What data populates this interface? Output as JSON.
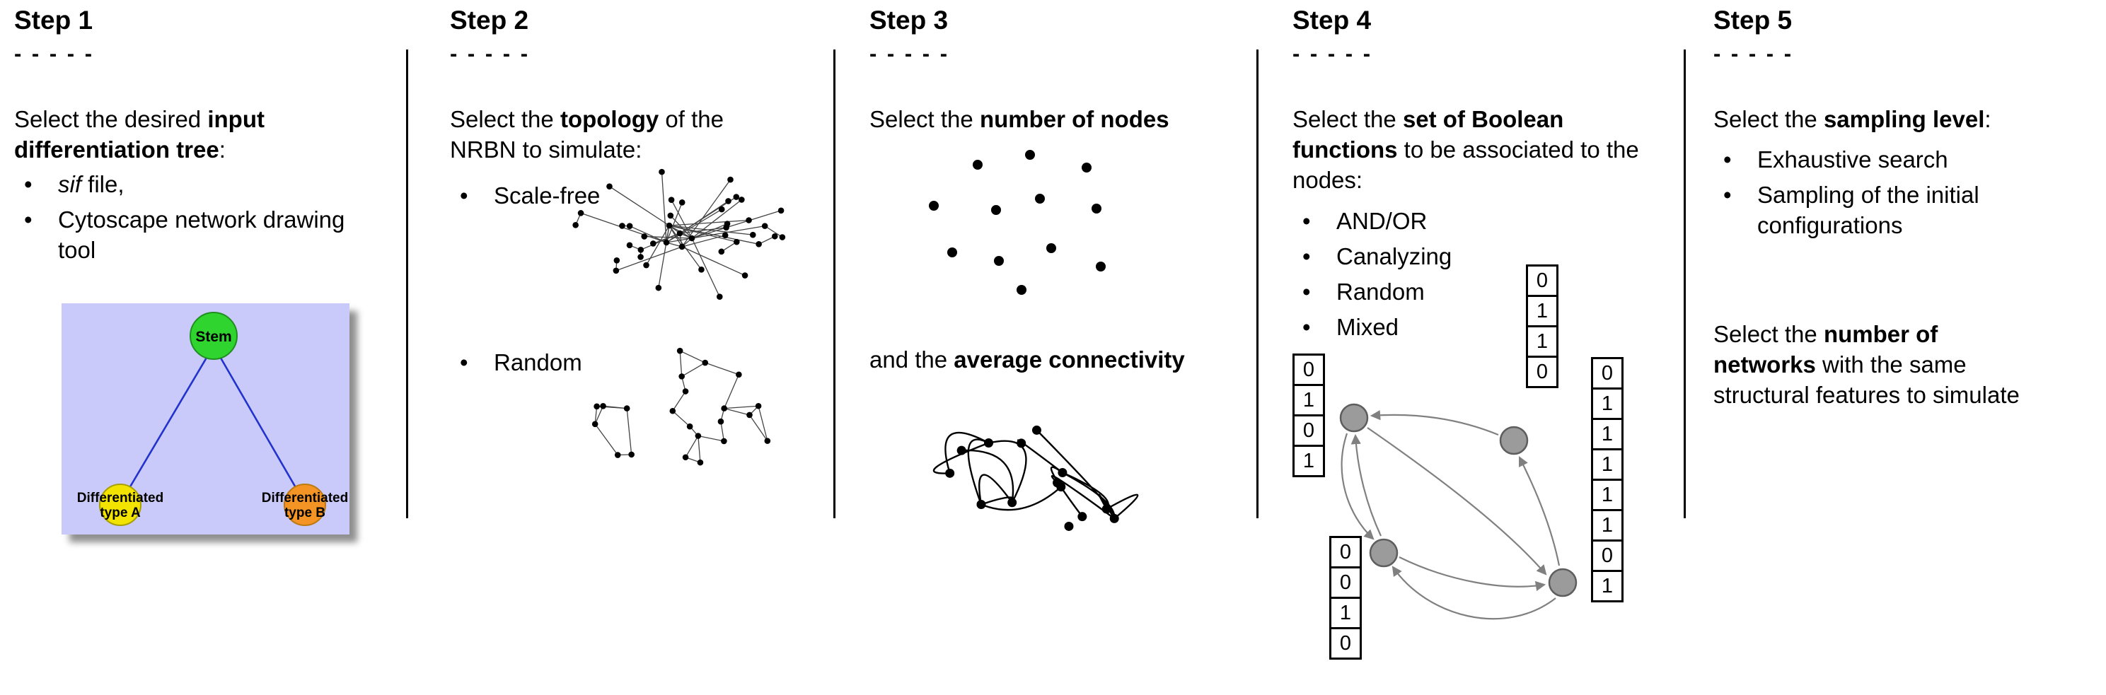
{
  "step1": {
    "title": "Step 1",
    "dashes": "- - - - -",
    "intro": {
      "pre": "Select the desired ",
      "bold": "input differentiation tree",
      "post": ":"
    },
    "bullets": [
      {
        "italic": "sif",
        "rest": " file,"
      },
      {
        "italic": "",
        "rest": "Cytoscape network drawing tool"
      }
    ],
    "tree": {
      "root": "Stem",
      "left_label_line1": "Differentiated",
      "left_label_line2": "type A",
      "right_label_line1": "Differentiated",
      "right_label_line2": "type B",
      "colors": {
        "background": "#c9c9fa",
        "stem": "#2fd42f",
        "type_a": "#f2e400",
        "type_b": "#f49424",
        "edge": "#2233cc"
      }
    }
  },
  "step2": {
    "title": "Step 2",
    "dashes": "- - - - -",
    "intro": {
      "pre": "Select the ",
      "bold": "topology",
      "post": " of the NRBN to simulate:"
    },
    "bullets": [
      "Scale-free",
      "Random"
    ]
  },
  "step3": {
    "title": "Step 3",
    "dashes": "- - - - -",
    "line1": {
      "pre": "Select the ",
      "bold": "number of nodes",
      "post": ""
    },
    "line2": {
      "pre": "and the ",
      "bold": "average connectivity",
      "post": ""
    }
  },
  "step4": {
    "title": "Step 4",
    "dashes": "- - - - -",
    "intro": {
      "pre": "Select the ",
      "bold": "set of Boolean functions",
      "post": " to be associated to the nodes:"
    },
    "bullets": [
      "AND/OR",
      "Canalyzing",
      "Random",
      "Mixed"
    ],
    "tables": {
      "left": [
        "0",
        "1",
        "0",
        "1"
      ],
      "top": [
        "0",
        "1",
        "1",
        "0"
      ],
      "bottom_left": [
        "0",
        "0",
        "1",
        "0"
      ],
      "right": [
        "0",
        "1",
        "1",
        "1",
        "1",
        "1",
        "0",
        "1"
      ]
    }
  },
  "step5": {
    "title": "Step 5",
    "dashes": "- - - - -",
    "intro": {
      "pre": "Select the ",
      "bold": "sampling level",
      "post": ":"
    },
    "bullets": [
      "Exhaustive search",
      "Sampling of the initial configurations"
    ],
    "para2": {
      "pre": "Select the ",
      "bold": "number of networks",
      "post": " with the same structural features to simulate"
    }
  }
}
